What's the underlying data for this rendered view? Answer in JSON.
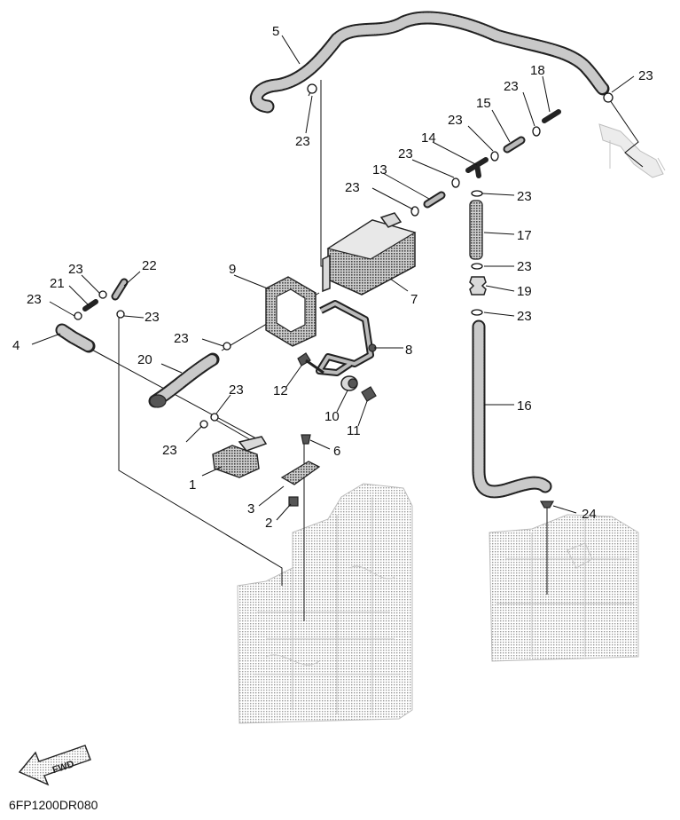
{
  "diagram_code": "6FP1200DR080",
  "fwd_label": "FWD",
  "callouts": {
    "c5": "5",
    "c23a": "23",
    "c23b": "23",
    "c18": "18",
    "c23c": "23",
    "c15": "15",
    "c23d": "23",
    "c14": "14",
    "c23e": "23",
    "c13": "13",
    "c23f": "23",
    "c23g": "23",
    "c17": "17",
    "c22": "22",
    "c23h": "23",
    "c21": "21",
    "c23i": "23",
    "c23j": "23",
    "c9": "9",
    "c7": "7",
    "c23k": "23",
    "c19": "19",
    "c23l": "23",
    "c4": "4",
    "c23m": "23",
    "c8": "8",
    "c20": "20",
    "c12": "12",
    "c16": "16",
    "c23n": "23",
    "c10": "10",
    "c11": "11",
    "c23o": "23",
    "c6": "6",
    "c1": "1",
    "c3": "3",
    "c2": "2",
    "c24": "24"
  }
}
